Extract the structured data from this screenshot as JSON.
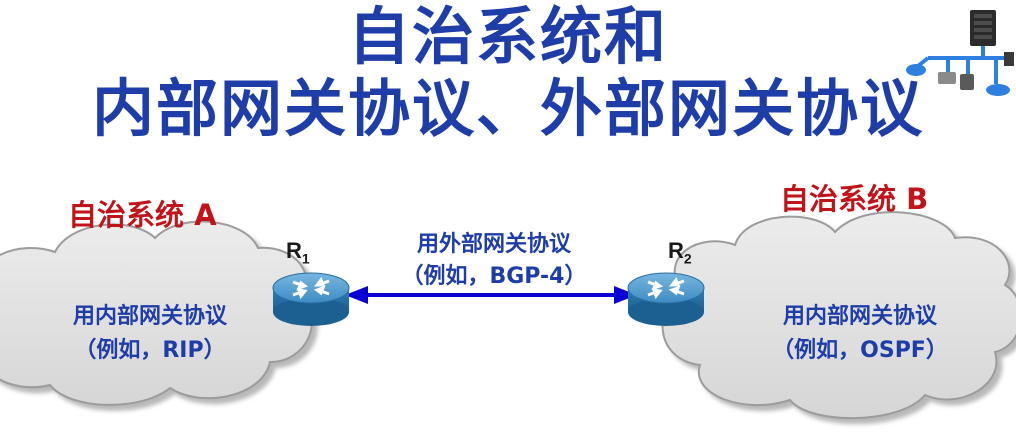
{
  "title": {
    "line1": "自治系统和",
    "line2": "内部网关协议、外部网关协议"
  },
  "as_a": {
    "label": "自治系统 A",
    "protocol_line1": "用内部网关协议",
    "protocol_line2": "（例如，RIP）"
  },
  "as_b": {
    "label": "自治系统 B",
    "protocol_line1": "用内部网关协议",
    "protocol_line2": "（例如，OSPF）"
  },
  "routers": {
    "r1": {
      "letter": "R",
      "sub": "1"
    },
    "r2": {
      "letter": "R",
      "sub": "2"
    }
  },
  "link": {
    "line1": "用外部网关协议",
    "line2": "（例如，BGP-4）"
  },
  "icons": {
    "corner": "network-servers-icon",
    "router": "router-icon",
    "cloud": "cloud-icon"
  },
  "colors": {
    "title": "#1f3da8",
    "as_label": "#c0141a",
    "router": "#2f7fb8",
    "arrow": "#0a00d6"
  }
}
